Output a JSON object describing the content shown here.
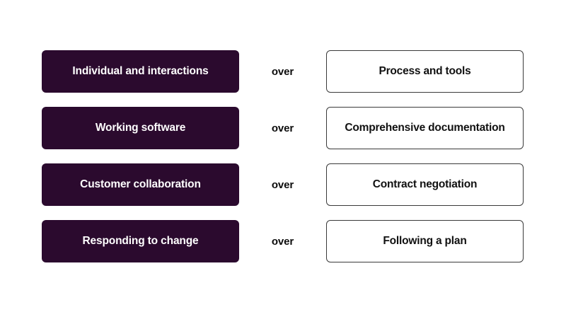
{
  "board": {
    "background_color": "#ffffff",
    "preferred_card_color": "#2b0a2e",
    "preferred_text_color": "#ffffff",
    "alternative_card_color": "#ffffff",
    "alternative_border_color": "#3a3a3a",
    "alternative_text_color": "#111111",
    "connector_text_color": "#0c0c0c"
  },
  "rows": [
    {
      "preferred": "Individual and interactions",
      "connector": "over",
      "alternative": "Process and tools"
    },
    {
      "preferred": "Working software",
      "connector": "over",
      "alternative": "Comprehensive documentation"
    },
    {
      "preferred": "Customer collaboration",
      "connector": "over",
      "alternative": "Contract negotiation"
    },
    {
      "preferred": "Responding to change",
      "connector": "over",
      "alternative": "Following a plan"
    }
  ]
}
